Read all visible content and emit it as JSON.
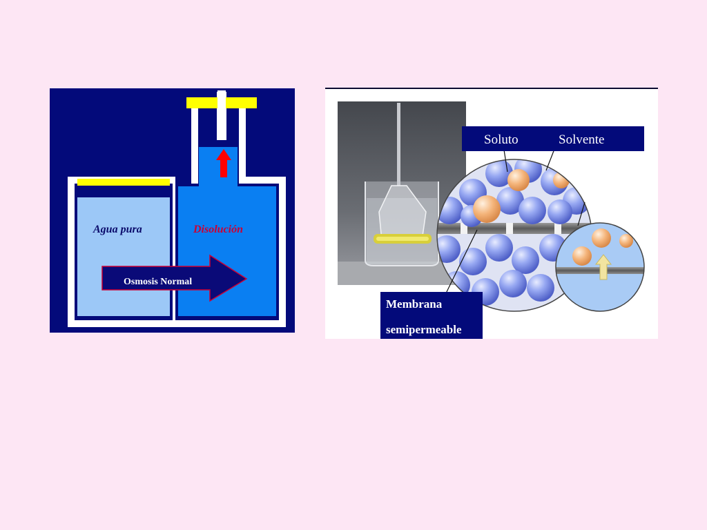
{
  "osmosis_diagram": {
    "label_pure_water": "Agua pura",
    "label_solution": "Disolución",
    "label_flow": "Osmosis Normal",
    "colors": {
      "background": "#030a7a",
      "wall": "#ffffff",
      "pure_water": "#9cc8f7",
      "solution": "#0a7ff2",
      "piston": "#ffff00",
      "flow_arrow": "#0a0a78",
      "rise_arrow": "#ff0000",
      "solution_label": "#cc0033"
    }
  },
  "membrane_illustration": {
    "label_solute": "Soluto",
    "label_solvent": "Solvente",
    "label_membrane_line1": "Membrana",
    "label_membrane_line2": "semipermeable",
    "colors": {
      "label_box": "#030a7a",
      "solvent_particle": "#8ea0f0",
      "solute_particle": "#f4b47a",
      "membrane": "#6e6e6e",
      "photo_background": "#5a5d63"
    }
  }
}
